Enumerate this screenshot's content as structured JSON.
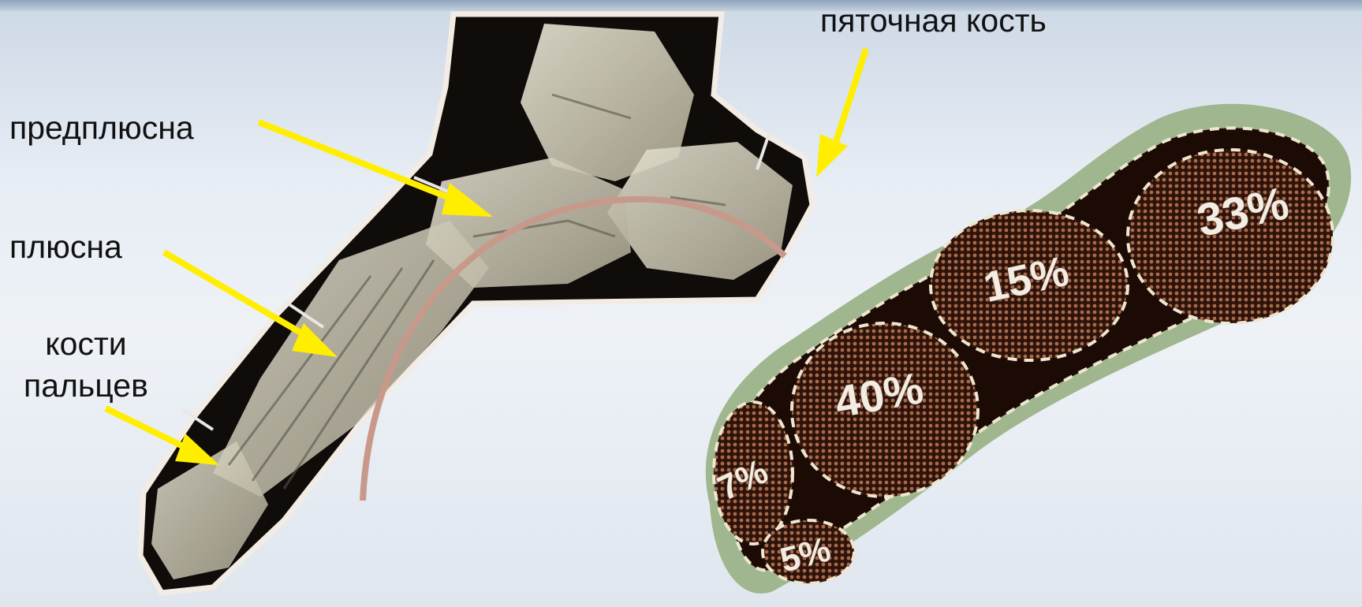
{
  "labels": {
    "heel_bone": "пяточная кость",
    "tarsus": "предплюсна",
    "metatarsus": "плюсна",
    "phalanges_line1": "кости",
    "phalanges_line2": "пальцев"
  },
  "pressure_zones": {
    "heel": "33%",
    "lateral_arch": "15%",
    "forefoot": "40%",
    "little_toes": "7%",
    "big_toe": "5%"
  },
  "colors": {
    "arrow": "#ffee00",
    "bone": "#d8d4c2",
    "skin_outline": "#f3ece4",
    "footprint_border": "#9fb68e",
    "footprint_fill": "#2a1008",
    "arch_line": "#c7998a"
  }
}
